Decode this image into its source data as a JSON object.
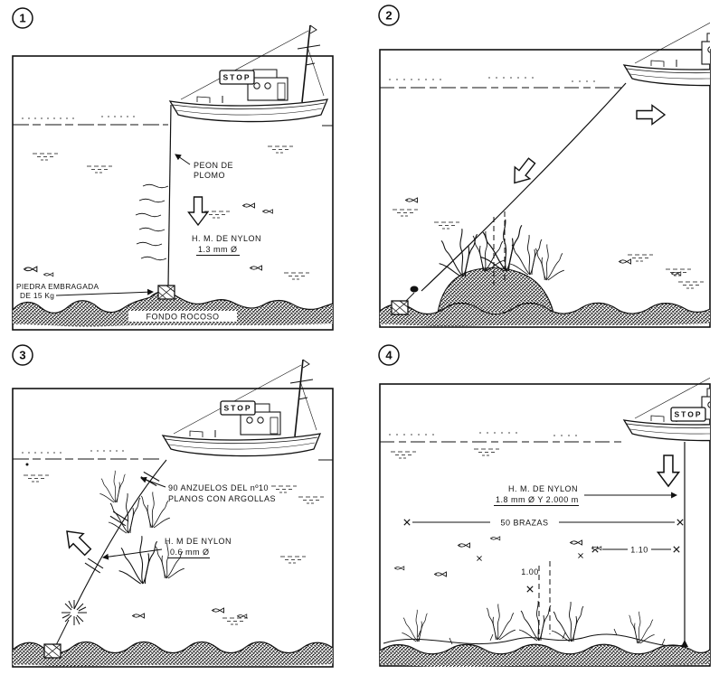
{
  "colors": {
    "ink": "#111111",
    "paper": "#ffffff"
  },
  "panels": {
    "p1": {
      "number": "1",
      "stop": "STOP",
      "peon_line1": "PEON DE",
      "peon_line2": "PLOMO",
      "nylon_line1": "H. M. DE NYLON",
      "nylon_line2": "1.3 mm Ø",
      "piedra_line1": "PIEDRA EMBRAGADA",
      "piedra_line2": "DE 15 Kg",
      "fondo": "FONDO ROCOSO"
    },
    "p2": {
      "number": "2"
    },
    "p3": {
      "number": "3",
      "stop": "STOP",
      "anzuelos_line1": "90 ANZUELOS DEL nº10",
      "anzuelos_line2": "PLANOS CON ARGOLLAS",
      "nylon_line1": "H. M DE NYLON",
      "nylon_line2": "0.6 mm Ø"
    },
    "p4": {
      "number": "4",
      "stop": "STOP",
      "nylon_line1": "H. M. DE NYLON",
      "nylon_line2": "1.8 mm Ø Y 2.000 m",
      "brazas": "50 BRAZAS",
      "mark_100": "1.00",
      "mark_110": "1.10"
    }
  }
}
